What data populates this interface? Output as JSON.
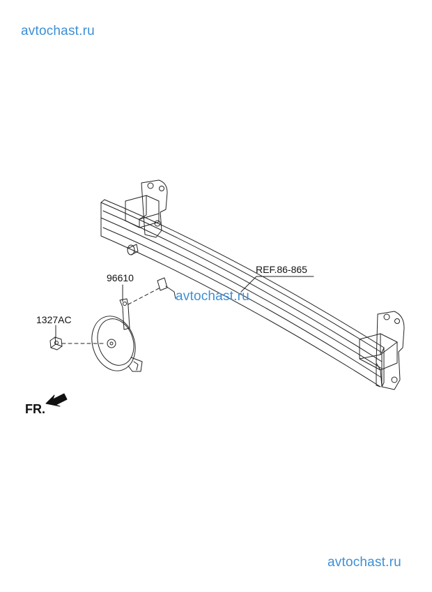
{
  "watermarks": {
    "top": "avtochast.ru",
    "middle": "avtochast.ru",
    "bottom": "avtochast.ru"
  },
  "callouts": {
    "reference": "REF.86-865",
    "horn": "96610",
    "nut": "1327AC"
  },
  "direction": {
    "label": "FR."
  },
  "colors": {
    "watermark": "#3c8fd6",
    "line": "#222222",
    "text": "#111111"
  }
}
